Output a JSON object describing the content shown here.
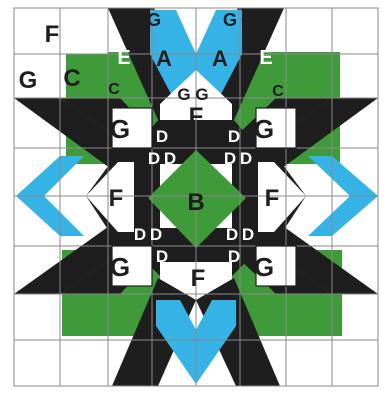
{
  "colors": {
    "black": "#1e1e1e",
    "green": "#3f9a3a",
    "blue": "#35b3e6",
    "white": "#ffffff",
    "gridline": "#8a8a8a"
  },
  "labels": {
    "big_g": "G",
    "big_f": "F",
    "small_g": "G",
    "c": "C",
    "e": "E",
    "a": "A",
    "b": "B",
    "d": "D"
  }
}
